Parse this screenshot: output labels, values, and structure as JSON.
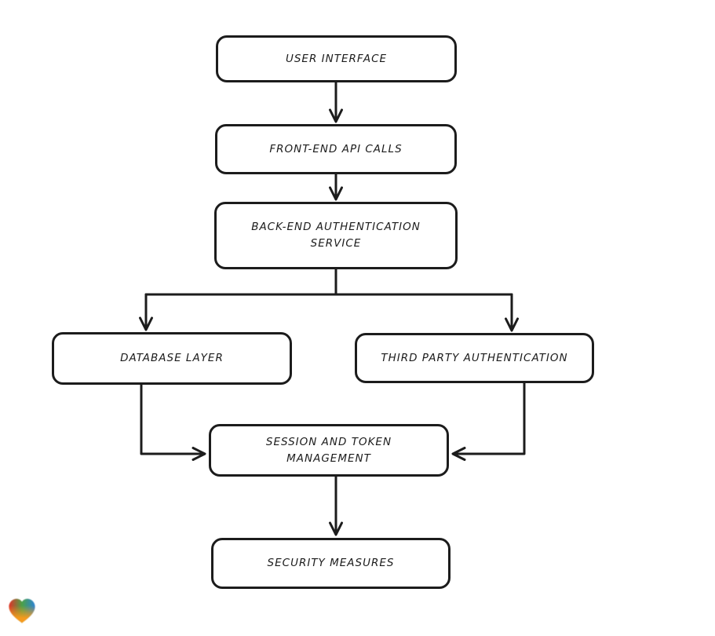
{
  "page": {
    "background_color": "#ffffff"
  },
  "diagram": {
    "type": "flowchart",
    "direction": "top-down",
    "style": "hand-drawn",
    "stroke_color": "#1c1c1c",
    "node_fill": "#ffffff",
    "nodes": [
      {
        "id": "user-interface",
        "label": "USER INTERFACE"
      },
      {
        "id": "front-end-api-calls",
        "label": "FRONT-END API CALLS"
      },
      {
        "id": "back-end-authentication-service",
        "label": "BACK-END AUTHENTICATION SERVICE"
      },
      {
        "id": "database-layer",
        "label": "DATABASE LAYER"
      },
      {
        "id": "third-party-authentication",
        "label": "THIRD PARTY AUTHENTICATION"
      },
      {
        "id": "session-and-token-management",
        "label": "SESSION AND TOKEN MANAGEMENT"
      },
      {
        "id": "security-measures",
        "label": "SECURITY MEASURES"
      }
    ],
    "edges": [
      {
        "from": "user-interface",
        "to": "front-end-api-calls",
        "arrow": "down"
      },
      {
        "from": "front-end-api-calls",
        "to": "back-end-authentication-service",
        "arrow": "down"
      },
      {
        "from": "back-end-authentication-service",
        "to": "database-layer",
        "arrow": "down"
      },
      {
        "from": "back-end-authentication-service",
        "to": "third-party-authentication",
        "arrow": "down"
      },
      {
        "from": "database-layer",
        "to": "session-and-token-management",
        "arrow": "right"
      },
      {
        "from": "third-party-authentication",
        "to": "session-and-token-management",
        "arrow": "left"
      },
      {
        "from": "session-and-token-management",
        "to": "security-measures",
        "arrow": "down"
      }
    ]
  },
  "branding": {
    "watermark": "gradient-heart-logo",
    "colors": {
      "red": "#e23128",
      "green": "#4aa147",
      "blue": "#2c82d6",
      "orange": "#f69a1d"
    }
  }
}
